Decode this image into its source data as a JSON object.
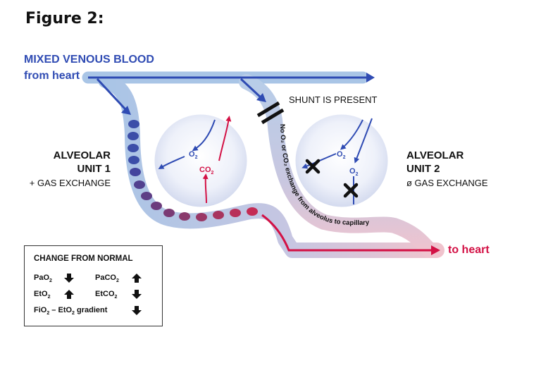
{
  "figure_title": "Figure 2:",
  "source": {
    "line1": "MIXED VENOUS BLOOD",
    "line2": "from heart"
  },
  "shunt_label": "SHUNT IS PRESENT",
  "path_label": "No O₂ or CO₂ exchange from alveolus to capillary",
  "unit1": {
    "title1": "ALVEOLAR",
    "title2": "UNIT 1",
    "subtitle": "+ GAS EXCHANGE",
    "gases": [
      "O₂",
      "CO₂"
    ]
  },
  "unit2": {
    "title1": "ALVEOLAR",
    "title2": "UNIT 2",
    "subtitle": "ø GAS EXCHANGE",
    "gases": [
      "O₂",
      "O₂"
    ]
  },
  "destination": "to heart",
  "legend": {
    "title": "CHANGE FROM NORMAL",
    "items": [
      {
        "name": "PaO",
        "sub": "2",
        "direction": "down"
      },
      {
        "name": "PaCO",
        "sub": "2",
        "direction": "up"
      },
      {
        "name": "EtO",
        "sub": "2",
        "direction": "up"
      },
      {
        "name": "EtCO",
        "sub": "2",
        "direction": "down"
      }
    ],
    "gradient": {
      "part1": "FiO",
      "sub1": "2",
      "mid": " – EtO",
      "sub2": "2",
      "tail": " gradient",
      "direction": "down"
    }
  },
  "colors": {
    "venous": "#2f4bb3",
    "arterial": "#d31145",
    "vessel_blue": "#a9c5e6",
    "vessel_pink": "#f0c3cd"
  }
}
